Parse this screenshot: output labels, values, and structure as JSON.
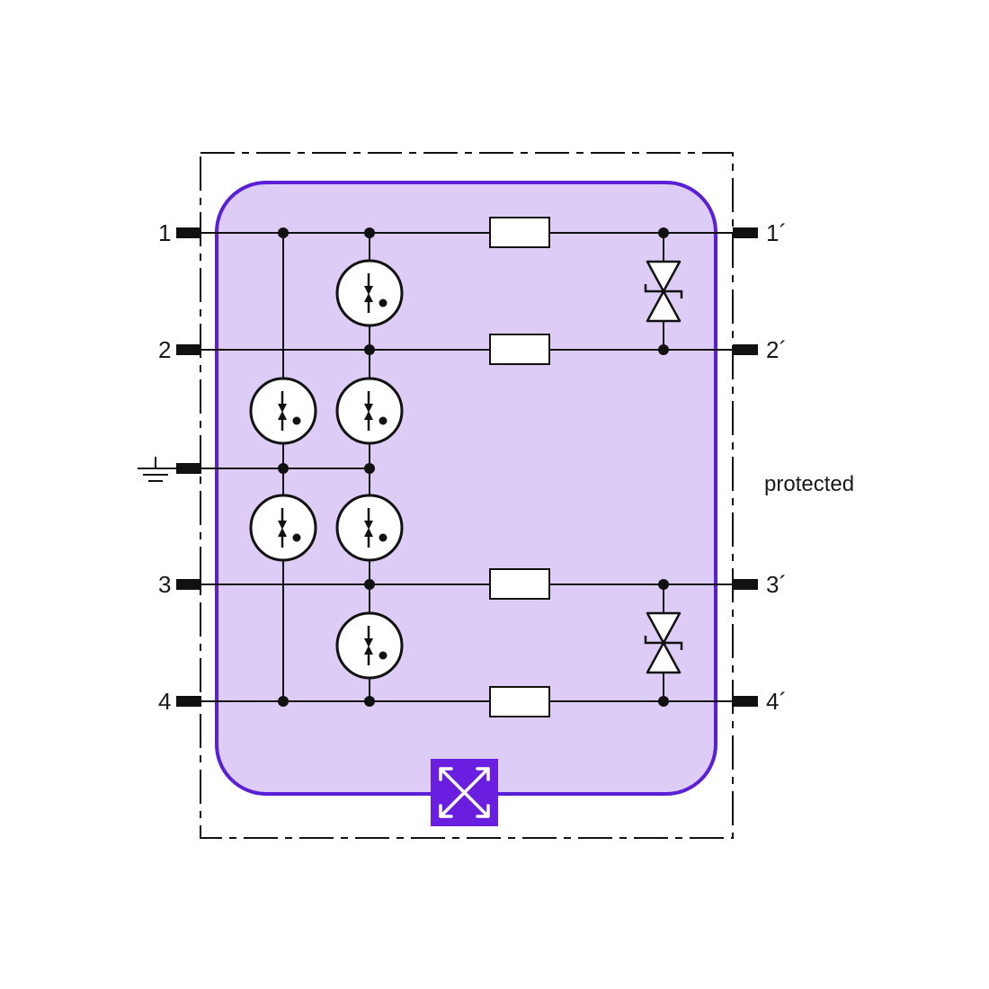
{
  "colors": {
    "module_fill": "#dcccf6",
    "module_stroke": "#5b1fd6",
    "wire": "#111111",
    "badge": "#6a1fe0"
  },
  "labels": {
    "in1": "1",
    "in2": "2",
    "in3": "3",
    "in4": "4",
    "out1": "1´",
    "out2": "2´",
    "out3": "3´",
    "out4": "4´",
    "protected": "protected"
  },
  "icons": {
    "ground": "ground-icon",
    "badge": "expand-arrows-icon"
  }
}
